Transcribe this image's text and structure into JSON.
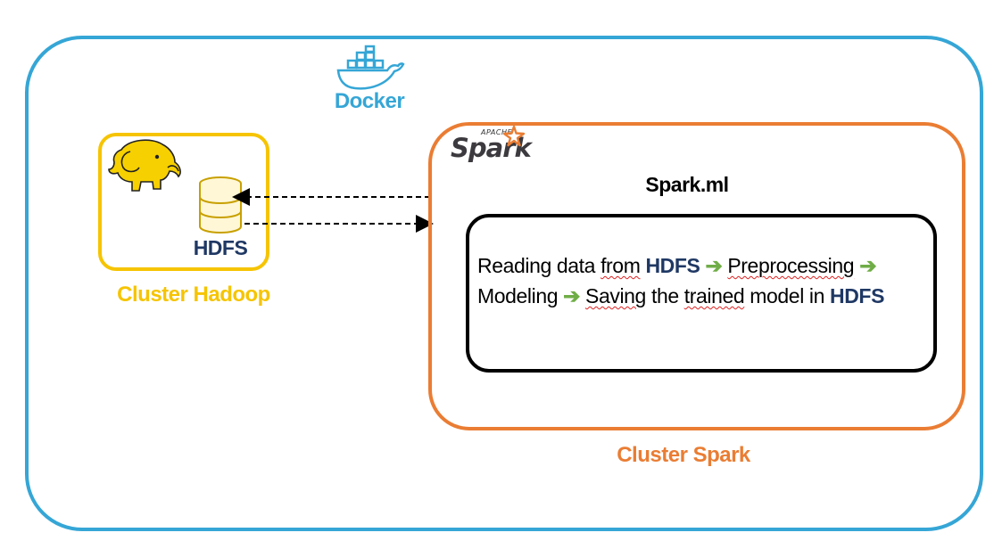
{
  "docker": {
    "label": "Docker"
  },
  "hadoop": {
    "cluster_label": "Cluster Hadoop",
    "storage_label": "HDFS"
  },
  "spark": {
    "cluster_label": "Cluster Spark",
    "logo_text": "Spark",
    "logo_small_text": "APACHE",
    "module_label": "Spark.ml",
    "pipeline": {
      "step1": "Reading",
      "step1b": "data",
      "step1c": "from",
      "hdfs_1": "HDFS",
      "arrow": "➔",
      "step2": "Preprocessing",
      "step3": "Modeling",
      "step4a": "Saving",
      "step4b": "the",
      "step4c": "trained",
      "step4d": "model in",
      "hdfs_2": "HDFS"
    }
  },
  "colors": {
    "docker": "#35a6d6",
    "hadoop": "#f6c400",
    "spark": "#ea7d33",
    "hdfs": "#1f3864",
    "arrow": "#70ad47"
  }
}
